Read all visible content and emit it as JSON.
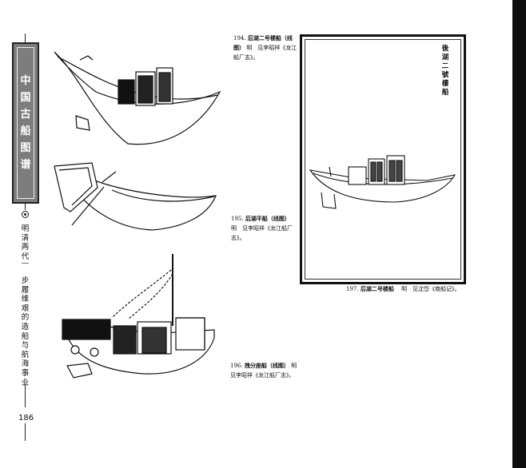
{
  "sidebar": {
    "series_title": "中国古船图谱",
    "era": "明清两代",
    "subtitle": "步履维艰的造船与航海事业"
  },
  "page_number": "186",
  "figures": {
    "fig194": {
      "number": "194.",
      "title": "后湖二号楼船（线图）",
      "note": "明　见李昭祥《龙江船厂志》。"
    },
    "fig195": {
      "number": "195.",
      "title": "后湖平船（线图）",
      "note": "明　见李昭祥《龙江船厂志》。"
    },
    "fig196": {
      "number": "196.",
      "title": "拽分座船（线图）",
      "note": "明　见李昭祥《龙江船厂志》。"
    },
    "fig197": {
      "number": "197.",
      "title": "后湖二号楼船",
      "note": "明　见沈岱《南船记》。",
      "plate_title": "後湖二號樓船"
    }
  }
}
